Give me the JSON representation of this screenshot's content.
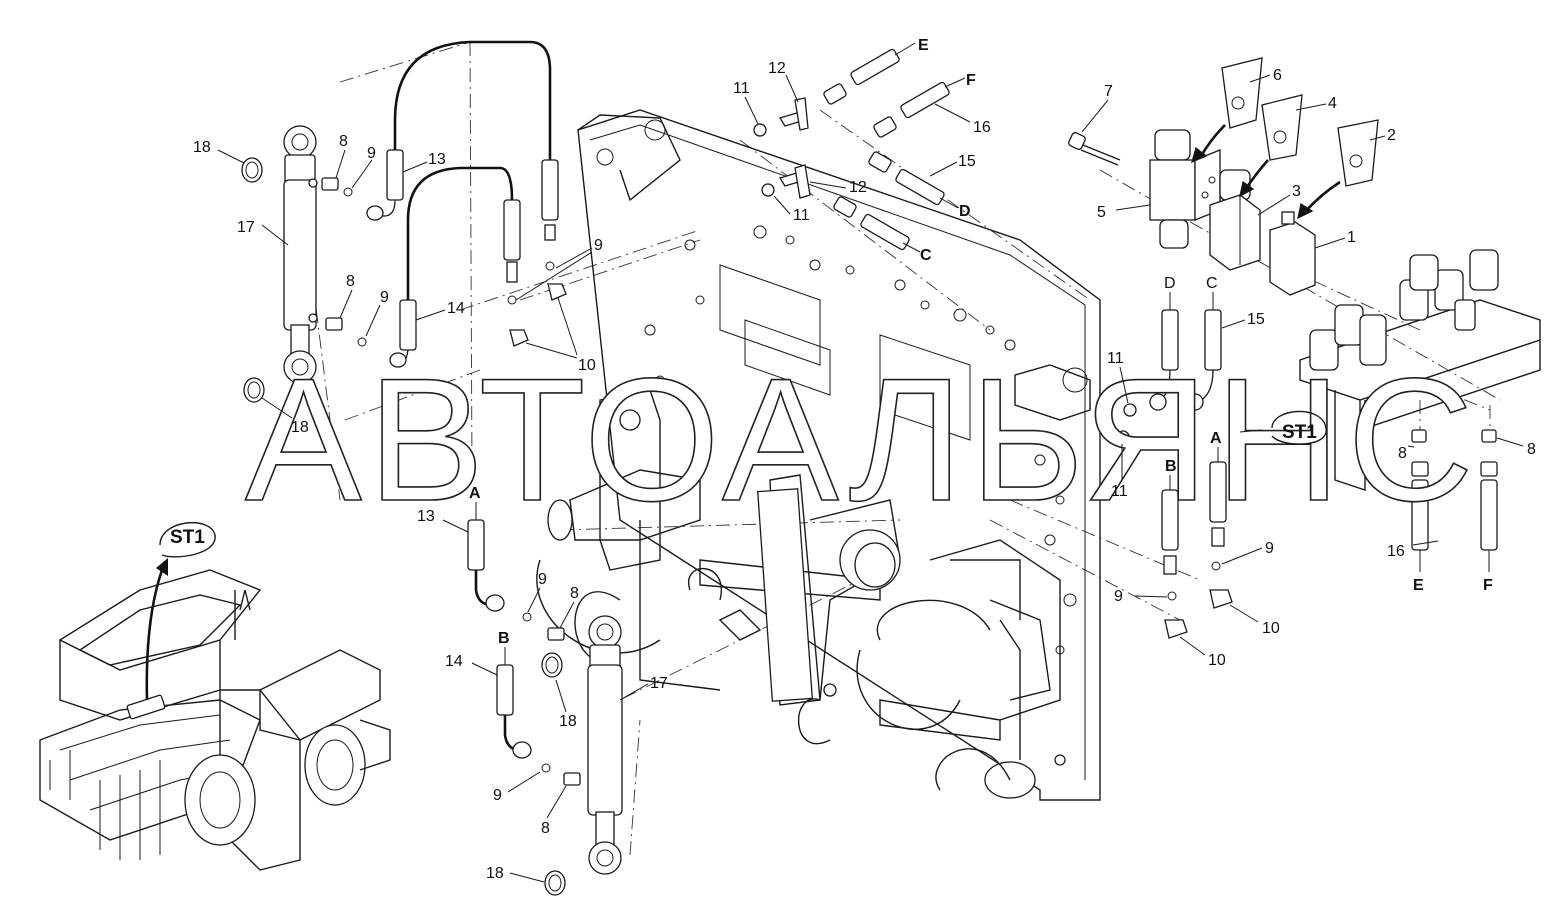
{
  "watermark": "АВТОАЛЬЯНС",
  "callouts": [
    {
      "id": "lbl-18-a",
      "text": "18"
    },
    {
      "id": "lbl-17-a",
      "text": "17"
    },
    {
      "id": "lbl-8-a",
      "text": "8"
    },
    {
      "id": "lbl-9-a",
      "text": "9"
    },
    {
      "id": "lbl-13-a",
      "text": "13"
    },
    {
      "id": "lbl-8-b",
      "text": "8"
    },
    {
      "id": "lbl-9-b",
      "text": "9"
    },
    {
      "id": "lbl-14-a",
      "text": "14"
    },
    {
      "id": "lbl-18-b",
      "text": "18"
    },
    {
      "id": "lbl-9-c",
      "text": "9"
    },
    {
      "id": "lbl-10-a",
      "text": "10"
    },
    {
      "id": "lbl-11-a",
      "text": "11"
    },
    {
      "id": "lbl-12-a",
      "text": "12"
    },
    {
      "id": "lbl-12-b",
      "text": "12"
    },
    {
      "id": "lbl-11-b",
      "text": "11"
    },
    {
      "id": "lbl-16-a",
      "text": "16"
    },
    {
      "id": "lbl-15-a",
      "text": "15"
    },
    {
      "id": "lbl-7",
      "text": "7"
    },
    {
      "id": "lbl-6",
      "text": "6"
    },
    {
      "id": "lbl-4",
      "text": "4"
    },
    {
      "id": "lbl-2",
      "text": "2"
    },
    {
      "id": "lbl-3",
      "text": "3"
    },
    {
      "id": "lbl-5",
      "text": "5"
    },
    {
      "id": "lbl-1",
      "text": "1"
    },
    {
      "id": "lbl-15-b",
      "text": "15"
    },
    {
      "id": "lbl-11-c",
      "text": "11"
    },
    {
      "id": "lbl-11-d",
      "text": "11"
    },
    {
      "id": "lbl-9-d",
      "text": "9"
    },
    {
      "id": "lbl-9-e",
      "text": "9"
    },
    {
      "id": "lbl-10-b",
      "text": "10"
    },
    {
      "id": "lbl-10-c",
      "text": "10"
    },
    {
      "id": "lbl-8-c",
      "text": "8"
    },
    {
      "id": "lbl-8-d",
      "text": "8"
    },
    {
      "id": "lbl-16-b",
      "text": "16"
    },
    {
      "id": "lbl-13-b",
      "text": "13"
    },
    {
      "id": "lbl-9-f",
      "text": "9"
    },
    {
      "id": "lbl-8-e",
      "text": "8"
    },
    {
      "id": "lbl-14-b",
      "text": "14"
    },
    {
      "id": "lbl-18-c",
      "text": "18"
    },
    {
      "id": "lbl-17-b",
      "text": "17"
    },
    {
      "id": "lbl-9-g",
      "text": "9"
    },
    {
      "id": "lbl-8-f",
      "text": "8"
    },
    {
      "id": "lbl-18-d",
      "text": "18"
    }
  ],
  "port_letters": [
    {
      "id": "port-E-top",
      "text": "E"
    },
    {
      "id": "port-F-top",
      "text": "F"
    },
    {
      "id": "port-D-top",
      "text": "D"
    },
    {
      "id": "port-C-top",
      "text": "C"
    },
    {
      "id": "port-D-valve",
      "text": "D"
    },
    {
      "id": "port-C-valve",
      "text": "C"
    },
    {
      "id": "port-A-right",
      "text": "A"
    },
    {
      "id": "port-B-right",
      "text": "B"
    },
    {
      "id": "port-E-bottom",
      "text": "E"
    },
    {
      "id": "port-F-bottom",
      "text": "F"
    },
    {
      "id": "port-A-left",
      "text": "A"
    },
    {
      "id": "port-B-left",
      "text": "B"
    }
  ],
  "section_refs": [
    {
      "id": "st1-right",
      "text": "ST1"
    },
    {
      "id": "st1-machine",
      "text": "ST1"
    }
  ]
}
